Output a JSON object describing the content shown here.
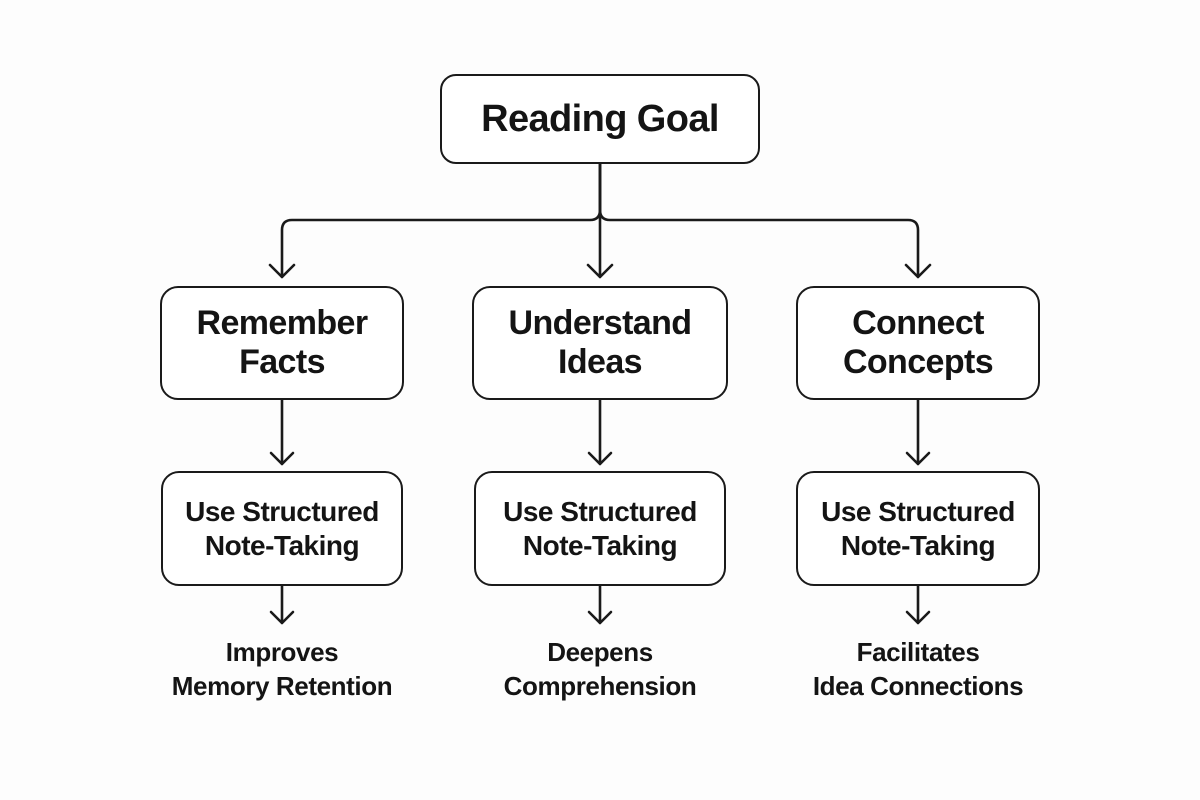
{
  "colors": {
    "background": "#fdfdfd",
    "stroke": "#1a1a1a",
    "node_fill": "#ffffff",
    "text": "#141414"
  },
  "flowchart": {
    "root": {
      "label": "Reading Goal"
    },
    "columns": [
      {
        "goal": "Remember\nFacts",
        "method": "Use Structured\nNote-Taking",
        "outcome": "Improves\nMemory Retention"
      },
      {
        "goal": "Understand\nIdeas",
        "method": "Use Structured\nNote-Taking",
        "outcome": "Deepens\nComprehension"
      },
      {
        "goal": "Connect\nConcepts",
        "method": "Use Structured\nNote-Taking",
        "outcome": "Facilitates\nIdea Connections"
      }
    ]
  }
}
